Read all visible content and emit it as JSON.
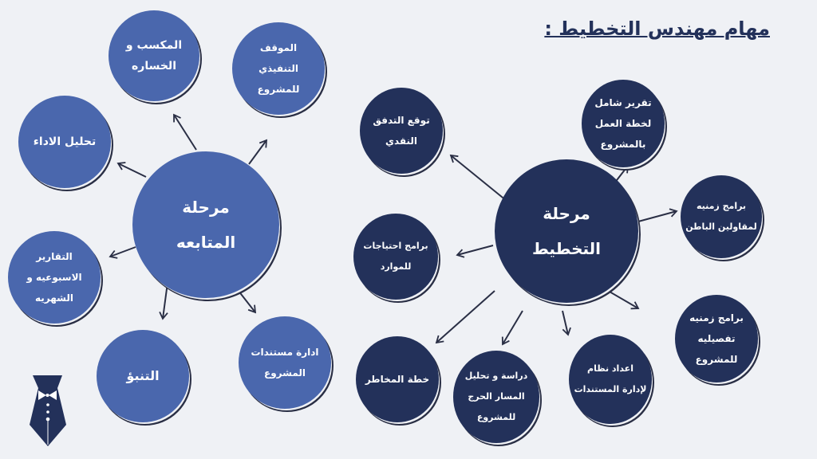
{
  "title": "مهام مهندس التخطيط :",
  "follow_up": {
    "center": [
      "مرحلة",
      "المتابعه"
    ],
    "nodes": [
      [
        "المكسب و",
        "الخساره"
      ],
      [
        "الموقف",
        "التنفيذي",
        "للمشروع"
      ],
      [
        "تحليل الاداء"
      ],
      [
        "التقارير",
        "الاسبوعيه و",
        "الشهريه"
      ],
      [
        "التنبؤ"
      ],
      [
        "ادارة مستندات",
        "المشروع"
      ]
    ]
  },
  "planning": {
    "center": [
      "مرحلة",
      "التخطيط"
    ],
    "nodes": [
      [
        "توقع التدفق",
        "النقدي"
      ],
      [
        "تقرير شامل",
        "لخطة العمل",
        "بالمشروع"
      ],
      [
        "برامج زمنيه",
        "لمقاولين الباطن"
      ],
      [
        "برامج احتياجات",
        "للموارد"
      ],
      [
        "برامج زمنيه",
        "تفصيليه",
        "للمشروع"
      ],
      [
        "خطة المخاطر"
      ],
      [
        "دراسة و تحليل",
        "المسار الحرج",
        "للمشروع"
      ],
      [
        "اعداد نظام",
        "لإدارة المستندات"
      ]
    ]
  },
  "colors": {
    "follow_up": "#4a67ad",
    "planning": "#23315a",
    "background": "#eff1f5"
  }
}
